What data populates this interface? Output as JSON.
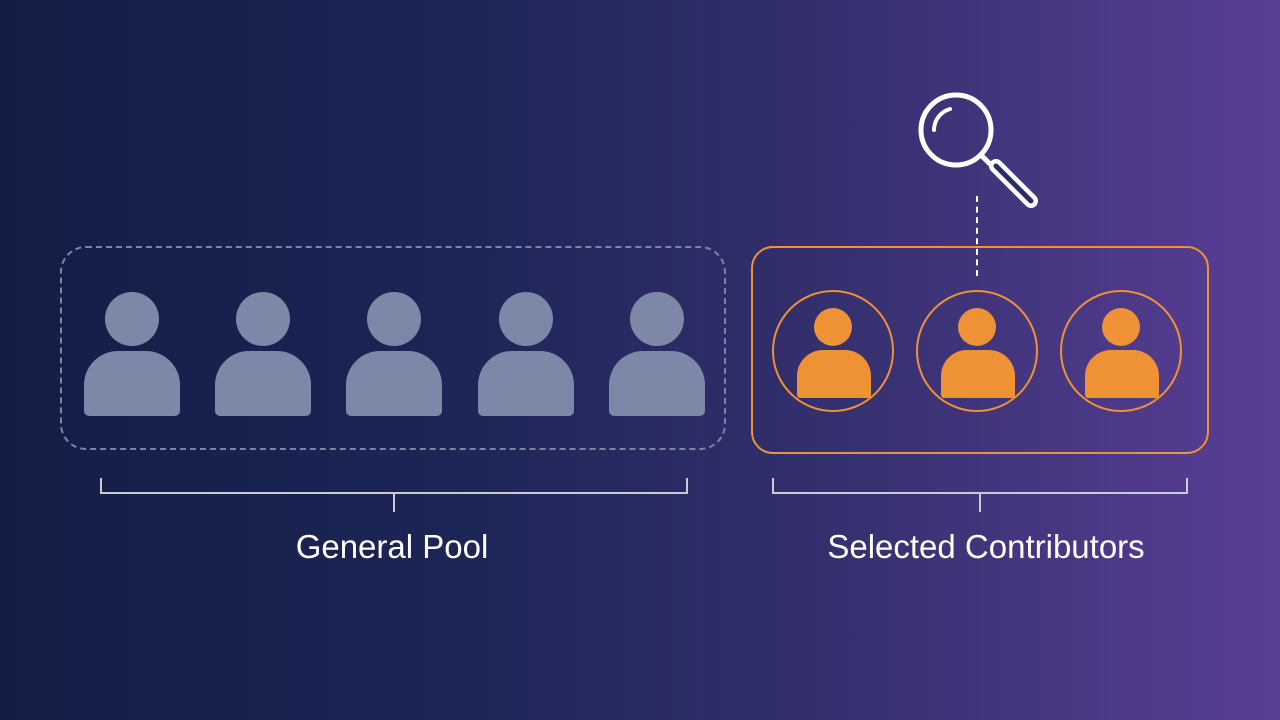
{
  "groups": {
    "general_pool": {
      "label": "General Pool",
      "count": 5
    },
    "selected_contributors": {
      "label": "Selected Contributors",
      "count": 3
    }
  },
  "icons": {
    "magnifier": "search-icon"
  },
  "colors": {
    "background_start": "#131d45",
    "background_end": "#5a3e96",
    "pool_person": "#7d87a8",
    "pool_border": "#7a84a4",
    "accent": "#ef9135",
    "label": "#ffffff"
  }
}
